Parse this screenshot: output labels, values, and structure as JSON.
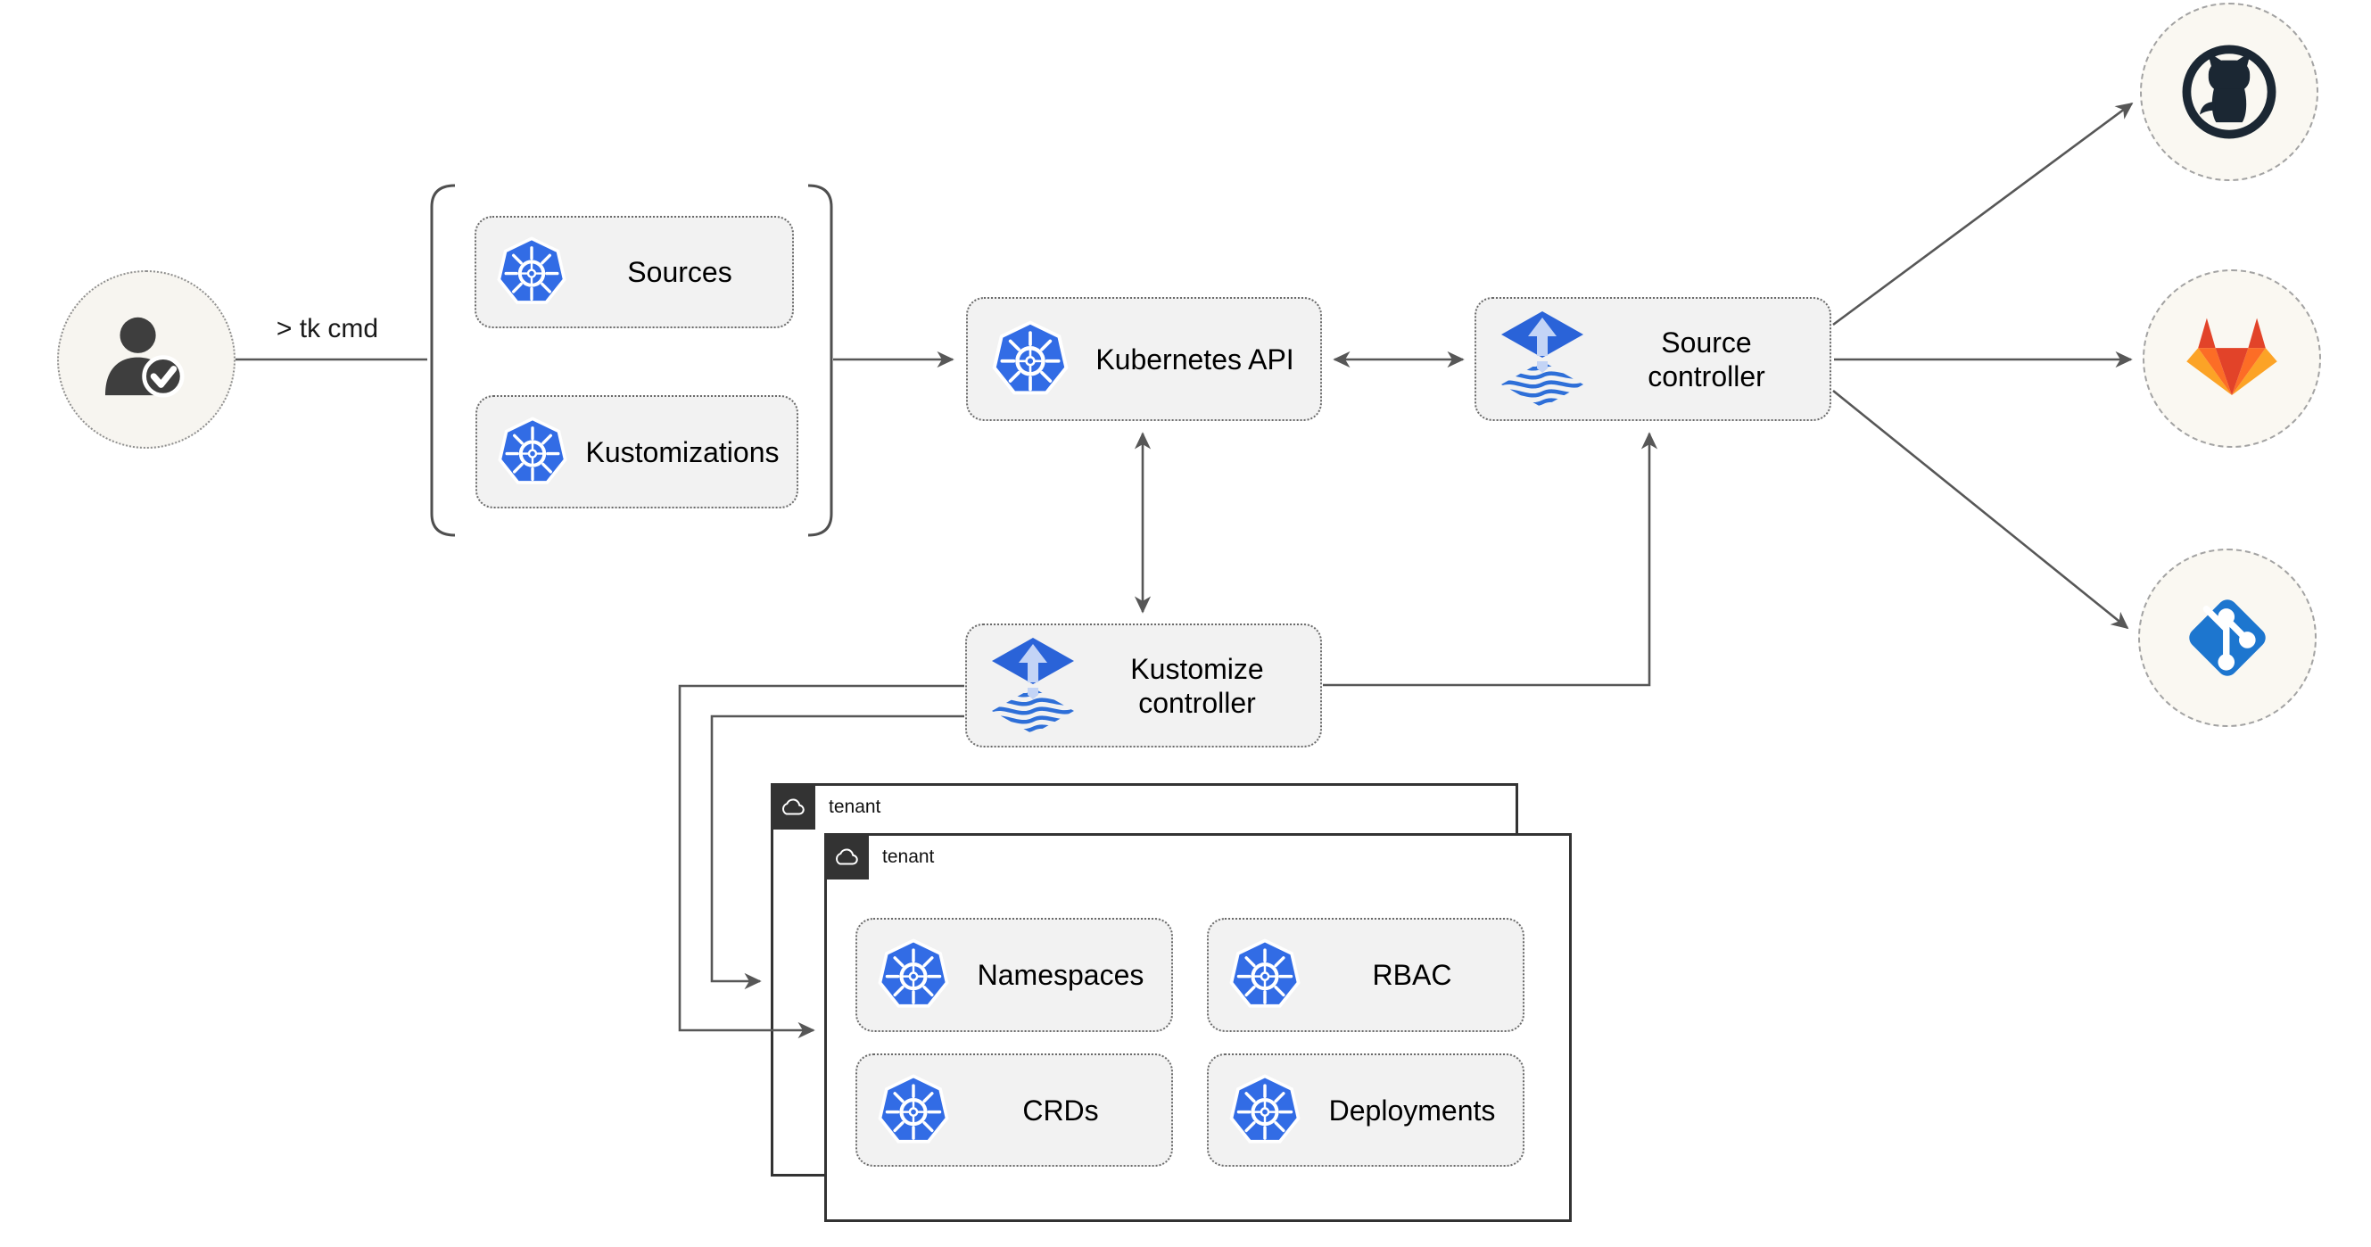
{
  "user": {
    "command_label": "> tk cmd"
  },
  "crd_group": {
    "items": [
      {
        "label": "Sources"
      },
      {
        "label": "Kustomizations"
      }
    ]
  },
  "nodes": {
    "kubernetes_api": {
      "label": "Kubernetes API"
    },
    "source_controller": {
      "label": "Source controller"
    },
    "kustomize_controller": {
      "label": "Kustomize controller"
    }
  },
  "tenants": {
    "back": {
      "label": "tenant"
    },
    "front": {
      "label": "tenant"
    }
  },
  "resources": [
    {
      "label": "Namespaces"
    },
    {
      "label": "RBAC"
    },
    {
      "label": "CRDs"
    },
    {
      "label": "Deployments"
    }
  ],
  "providers": [
    {
      "icon": "github-icon"
    },
    {
      "icon": "gitlab-icon"
    },
    {
      "icon": "git-icon"
    }
  ],
  "colors": {
    "kubernetes_blue": "#326CE5",
    "flux_blue": "#2a63d8",
    "flux_light": "#c3d4f6",
    "gitlab_red": "#e24329",
    "gitlab_orange": "#fc6d26",
    "gitlab_light_orange": "#fca326",
    "git_blue": "#1d76cf",
    "github_dark": "#1b2733",
    "connector_gray": "#575757",
    "node_fill": "#f2f2f2",
    "tenant_tab": "#333333"
  }
}
